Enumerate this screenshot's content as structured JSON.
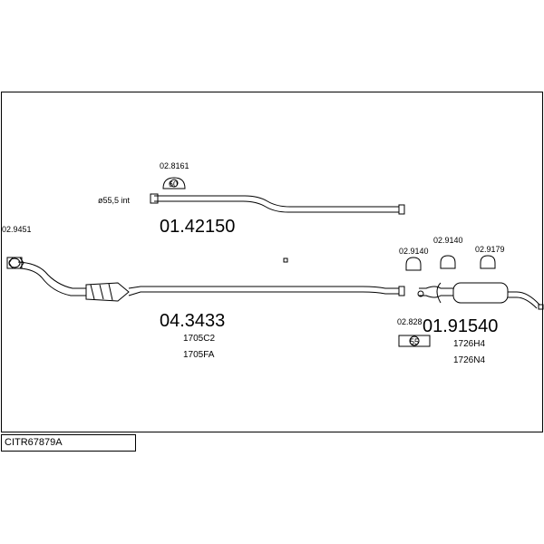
{
  "title": "CITR67879A",
  "pipe_front": {
    "part_number": "01.42150",
    "diameter_label": "ø55,5 int",
    "hanger_part": "02.8161",
    "hanger_icon": "60"
  },
  "catalyst_pipe": {
    "part_number": "04.3433",
    "ref_1": "1705C2",
    "ref_2": "1705FA",
    "gasket_part": "02.9451"
  },
  "rear_muffler": {
    "part_number": "01.91540",
    "ref_1": "1726H4",
    "ref_2": "1726N4",
    "clamp_part": "02.828",
    "clamp_icon": "55",
    "rubber_1_part": "02.9140",
    "rubber_2_part": "02.9140",
    "rubber_3_part": "02.9179"
  }
}
